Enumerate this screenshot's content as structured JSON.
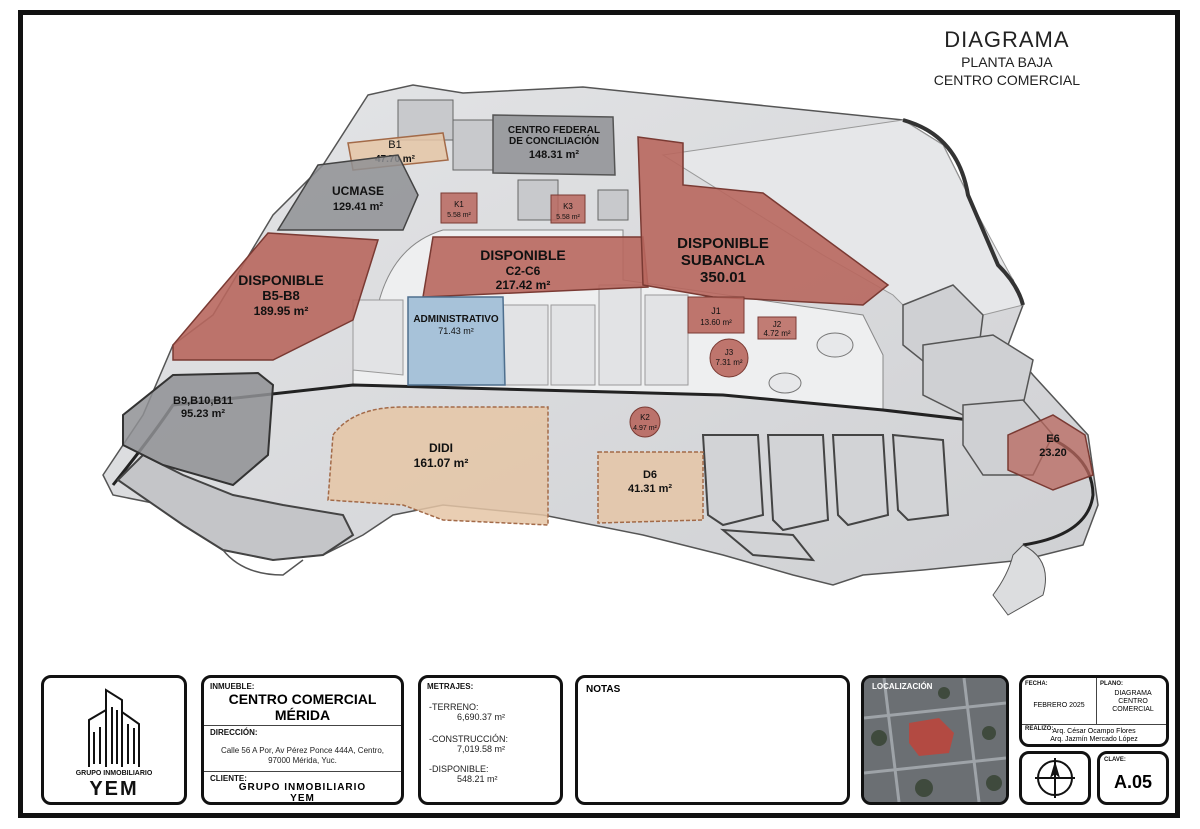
{
  "title": {
    "line1": "DIAGRAMA",
    "line2": "PLANTA BAJA",
    "line3": "CENTRO COMERCIAL"
  },
  "zones": {
    "b1": {
      "name": "B1",
      "area": "47.70 m²"
    },
    "centro_federal": {
      "name1": "CENTRO FEDERAL",
      "name2": "DE CONCILIACIÓN",
      "area": "148.31 m²"
    },
    "ucmase": {
      "name": "UCMASE",
      "area": "129.41 m²"
    },
    "k1": {
      "name": "K1",
      "area": "5.58 m²"
    },
    "k3": {
      "name": "K3",
      "area": "5.58 m²"
    },
    "c2c6": {
      "name1": "DISPONIBLE",
      "name2": "C2-C6",
      "area": "217.42 m²"
    },
    "subancla": {
      "name1": "DISPONIBLE",
      "name2": "SUBANCLA",
      "area": "350.01"
    },
    "b5b8": {
      "name1": "DISPONIBLE",
      "name2": "B5-B8",
      "area": "189.95 m²"
    },
    "administrativo": {
      "name": "ADMINISTRATIVO",
      "area": "71.43 m²"
    },
    "j1": {
      "name": "J1",
      "area": "13.60 m²"
    },
    "j2": {
      "name": "J2",
      "area": "4.72 m²"
    },
    "j3": {
      "name": "J3",
      "area": "7.31 m²"
    },
    "b9": {
      "name": "B9,B10,B11",
      "area": "95.23 m²"
    },
    "k2": {
      "name": "K2",
      "area": "4.97 m²"
    },
    "didi": {
      "name": "DIDI",
      "area": "161.07 m²"
    },
    "d6": {
      "name": "D6",
      "area": "41.31 m²"
    },
    "e6": {
      "name": "E6",
      "area": "23.20"
    }
  },
  "footer": {
    "logo": {
      "line1": "GRUPO INMOBILIARIO",
      "line2": "YEM"
    },
    "inmueble": {
      "label": "INMUEBLE:",
      "value1": "CENTRO COMERCIAL",
      "value2": "MÉRIDA"
    },
    "direccion": {
      "label": "DIRECCIÓN:",
      "value1": "Calle 56 A Por, Av Pérez Ponce 444A, Centro,",
      "value2": "97000 Mérida, Yuc."
    },
    "cliente": {
      "label": "CLIENTE:",
      "value1": "GRUPO INMOBILIARIO",
      "value2": "YEM"
    },
    "metrajes": {
      "label": "METRAJES:",
      "terreno_label": "-TERRENO:",
      "terreno_value": "6,690.37 m²",
      "construccion_label": "-CONSTRUCCIÓN:",
      "construccion_value": "7,019.58 m²",
      "disponible_label": "-DISPONIBLE:",
      "disponible_value": "548.21 m²"
    },
    "notas": {
      "label": "NOTAS"
    },
    "localizacion": {
      "label": "LOCALIZACIÓN"
    },
    "fecha": {
      "label": "FECHA:",
      "value": "FEBRERO 2025"
    },
    "plano": {
      "label": "PLANO:",
      "value1": "DIAGRAMA",
      "value2": "CENTRO",
      "value3": "COMERCIAL"
    },
    "realizo": {
      "label": "REALIZO:",
      "value1": "Arq. César Ocampo Flores",
      "value2": "Arq. Jazmín Mercado López"
    },
    "clave": {
      "label": "CLAVE:",
      "value": "A.05"
    }
  },
  "colors": {
    "available": "#b8675e",
    "occupied": "#8f9194",
    "admin": "#9fbcd6",
    "rented": "#e5c5a6",
    "floor": "#d9dadc"
  }
}
